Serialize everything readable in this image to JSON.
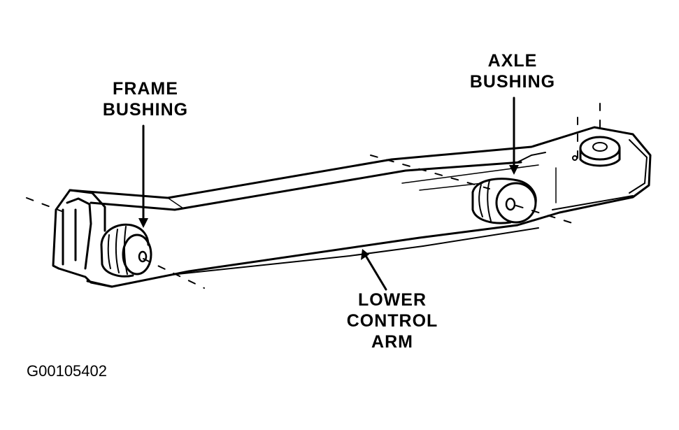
{
  "labels": {
    "frame_bushing": [
      "FRAME",
      "BUSHING"
    ],
    "axle_bushing": [
      "AXLE",
      "BUSHING"
    ],
    "lower_control_arm": [
      "LOWER",
      "CONTROL",
      "ARM"
    ]
  },
  "figure_id": "G00105402"
}
